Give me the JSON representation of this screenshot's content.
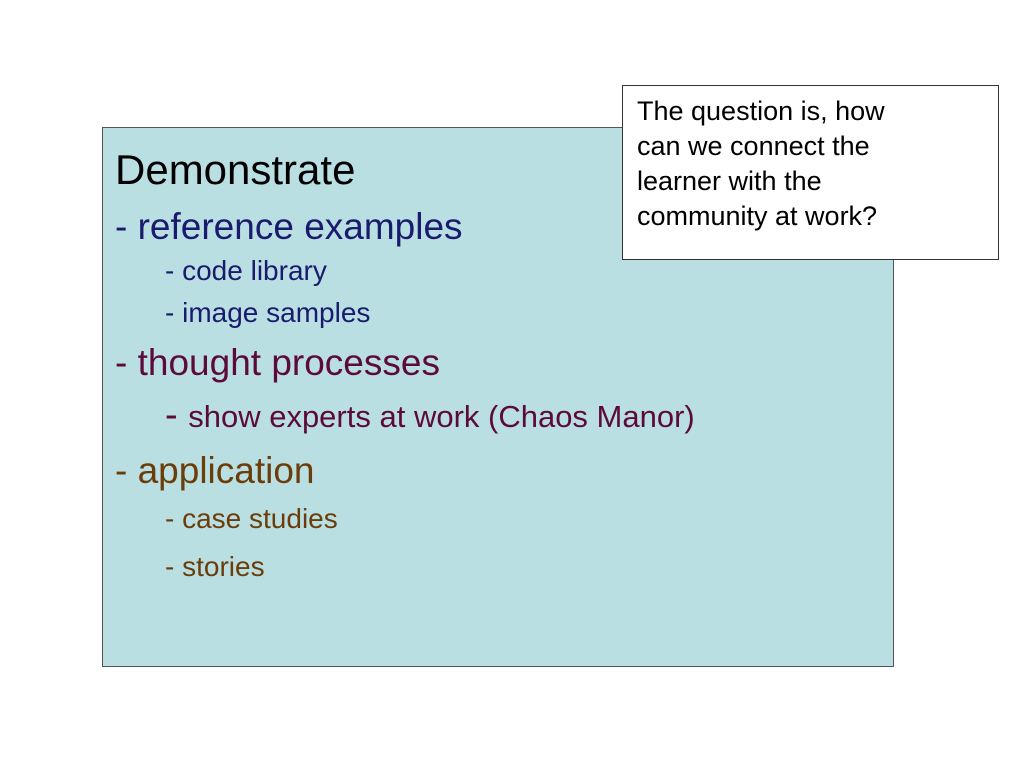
{
  "slide": {
    "title": "Demonstrate",
    "sections": [
      {
        "label": "- reference examples",
        "color": "#1a1a6e",
        "items": [
          "- code library",
          "- image samples"
        ]
      },
      {
        "label": "- thought processes",
        "color": "#5c0a3a",
        "items": [
          {
            "dash": "- ",
            "text": "show experts at work (Chaos Manor)"
          }
        ]
      },
      {
        "label": "- application",
        "color": "#6b3d0a",
        "items": [
          "- case studies",
          "- stories"
        ]
      }
    ]
  },
  "callout": {
    "lines": [
      "The question is, how",
      "can we connect the",
      "learner with the",
      "community at work?"
    ]
  },
  "colors": {
    "box_background": "#badfe2",
    "reference_text": "#1a1a6e",
    "thought_text": "#5c0a3a",
    "application_text": "#6b3d0a"
  }
}
